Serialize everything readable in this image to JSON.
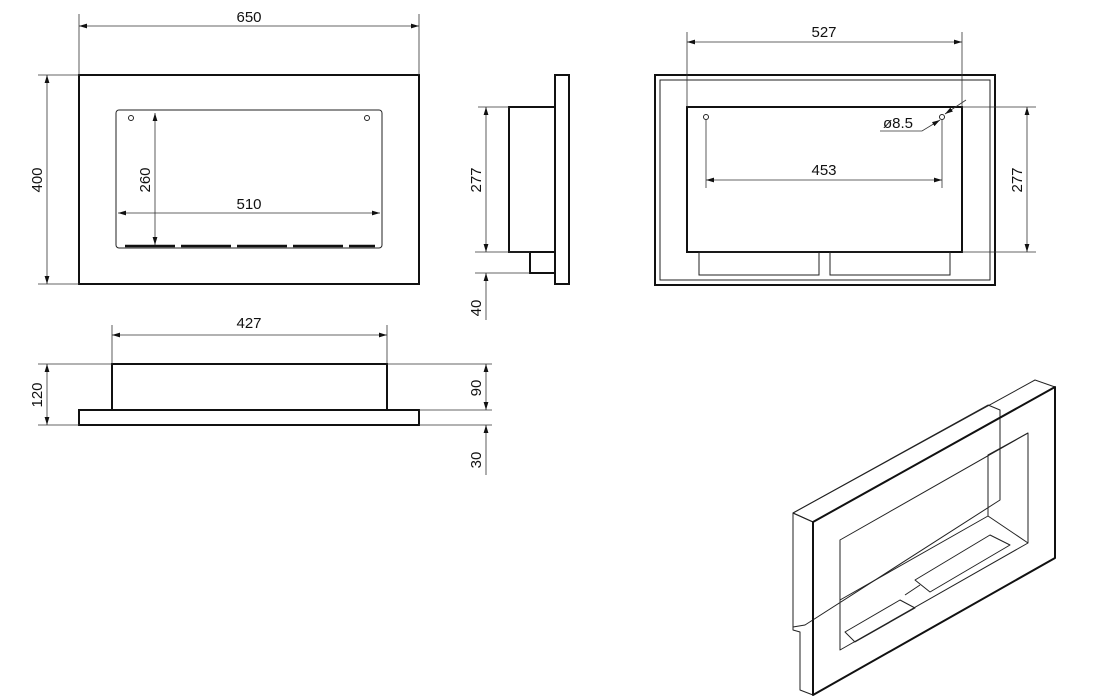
{
  "drawing": {
    "front_view": {
      "width": "650",
      "height": "400",
      "opening_height": "260",
      "opening_width": "510"
    },
    "side_view": {
      "box_height": "277",
      "offset": "40"
    },
    "top_view": {
      "box_width": "427",
      "total_depth": "120",
      "box_depth": "90",
      "plate_depth": "30"
    },
    "back_view": {
      "box_width": "527",
      "hole_spacing": "453",
      "hole_diameter": "ø8.5",
      "box_height": "277"
    }
  }
}
